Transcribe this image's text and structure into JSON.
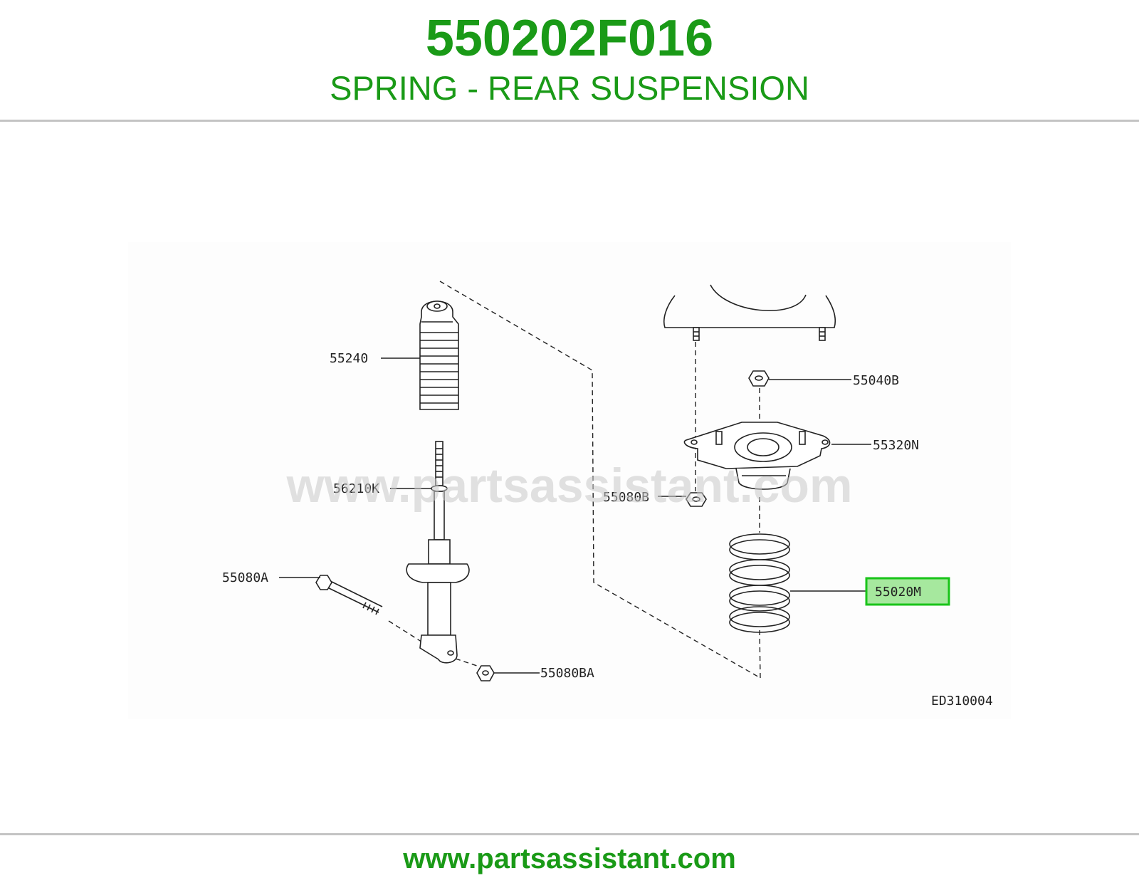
{
  "header": {
    "part_number": "550202F016",
    "part_description": "SPRING - REAR SUSPENSION"
  },
  "diagram": {
    "callouts": {
      "c55240": "55240",
      "c56210k": "56210K",
      "c55080a": "55080A",
      "c55080ba": "55080BA",
      "c55040b": "55040B",
      "c55320n": "55320N",
      "c55080b": "55080B",
      "c55020m": "55020M"
    },
    "highlighted_callout": "55020M",
    "drawing_code": "ED310004",
    "watermark": "www.partsassistant.com"
  },
  "footer": {
    "url": "www.partsassistant.com"
  },
  "colors": {
    "brand_green": "#1a9a17",
    "highlight_fill": "#a6e89e",
    "highlight_border": "#19c419"
  }
}
